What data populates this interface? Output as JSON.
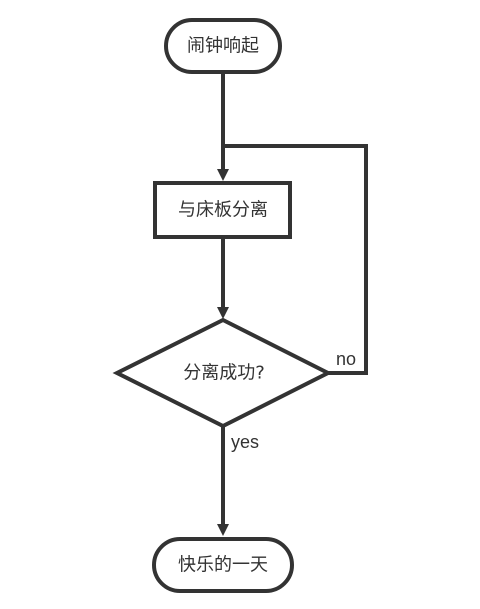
{
  "diagram": {
    "nodes": {
      "start": {
        "label": "闹钟响起",
        "shape": "terminator"
      },
      "step": {
        "label": "与床板分离",
        "shape": "process"
      },
      "decision": {
        "label": "分离成功?",
        "shape": "decision"
      },
      "end": {
        "label": "快乐的一天",
        "shape": "terminator"
      }
    },
    "edges": [
      {
        "from": "start",
        "to": "step",
        "label": ""
      },
      {
        "from": "step",
        "to": "decision",
        "label": ""
      },
      {
        "from": "decision",
        "to": "step",
        "label": "no"
      },
      {
        "from": "decision",
        "to": "end",
        "label": "yes"
      }
    ],
    "colors": {
      "stroke": "#333333",
      "fill": "#ffffff",
      "text": "#333333"
    }
  }
}
